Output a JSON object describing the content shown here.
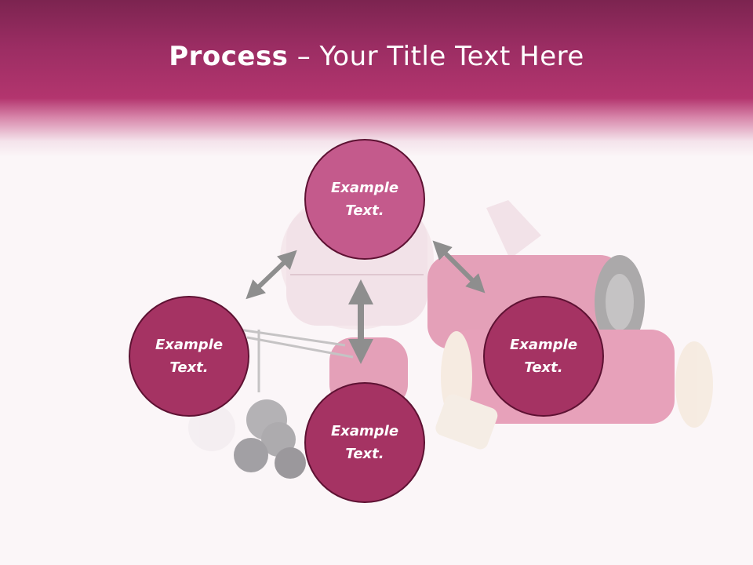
{
  "title": {
    "bold": "Process",
    "rest": " – Your Title Text Here"
  },
  "nodes": {
    "top": {
      "line1": "Example",
      "line2": "Text."
    },
    "left": {
      "line1": "Example",
      "line2": "Text."
    },
    "right": {
      "line1": "Example",
      "line2": "Text."
    },
    "bottom": {
      "line1": "Example",
      "line2": "Text."
    }
  },
  "colors": {
    "header": "#9b2d63",
    "circle_top": "#c45a8c",
    "circle": "#a53363",
    "circle_border": "#5e1233",
    "arrow": "#8e8e8e"
  },
  "icons": [
    "sewing-kit-background",
    "double-arrow"
  ]
}
